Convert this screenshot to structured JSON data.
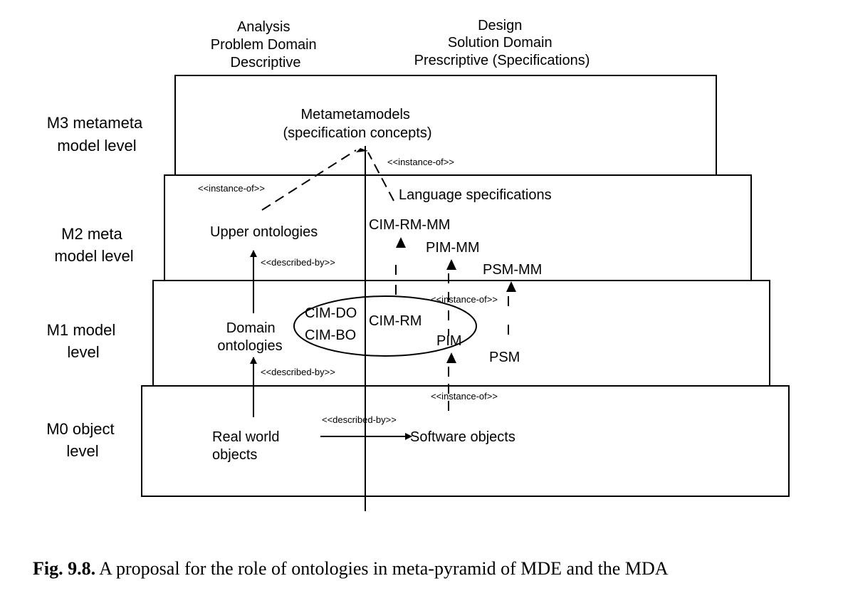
{
  "columns": {
    "analysis": [
      "Analysis",
      "Problem Domain",
      "Descriptive"
    ],
    "design": [
      "Design",
      "Solution Domain",
      "Prescriptive (Specifications)"
    ]
  },
  "levels": {
    "m3": [
      "M3 metameta",
      "model level"
    ],
    "m2": [
      "M2 meta",
      "model level"
    ],
    "m1": [
      "M1 model",
      "level"
    ],
    "m0": [
      "M0 object",
      "level"
    ]
  },
  "nodes": {
    "metametamodels": [
      "Metametamodels",
      "(specification concepts)"
    ],
    "language_specifications": "Language specifications",
    "upper_ontologies": "Upper ontologies",
    "cim_rm_mm": "CIM-RM-MM",
    "pim_mm": "PIM-MM",
    "psm_mm": "PSM-MM",
    "domain_ontologies": [
      "Domain",
      "ontologies"
    ],
    "cim_do": "CIM-DO",
    "cim_bo": "CIM-BO",
    "cim_rm": "CIM-RM",
    "pim": "PIM",
    "psm": "PSM",
    "real_world_objects": [
      "Real world",
      "objects"
    ],
    "software_objects": "Software objects"
  },
  "relations": {
    "instance_of_m3_right": "<<instance-of>>",
    "instance_of_m2_left": "<<instance-of>>",
    "described_by_m2": "<<described-by>>",
    "instance_of_m1": "<<instance-of>>",
    "described_by_m1": "<<described-by>>",
    "instance_of_m0": "<<instance-of>>",
    "described_by_m0": "<<described-by>>"
  },
  "caption": {
    "label": "Fig. 9.8.",
    "text": " A proposal for the role of ontologies in meta-pyramid of MDE and the MDA"
  }
}
